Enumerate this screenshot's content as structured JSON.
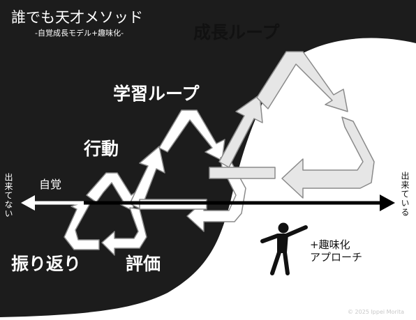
{
  "title": "誰でも天才メソッド",
  "subtitle": "-自覚成長モデル+趣味化-",
  "labels": {
    "growth_loop": "成長ループ",
    "learning_loop": "学習ループ",
    "action": "行動",
    "awareness": "自覚",
    "reflection": "振り返り",
    "evaluation": "評価",
    "cannot_do": "出来てない",
    "can_do": "出来ている",
    "hobby_line1": "+趣味化",
    "hobby_line2": "アプローチ"
  },
  "copyright": "© 2025 Ippei Morita",
  "colors": {
    "dark": "#1c1c1c",
    "light": "#ffffff",
    "arrow_fill": "#ffffff",
    "arrow_fill_shaded": "#e6e6e6",
    "arrow_stroke": "#8a8a8a",
    "axis": "#000000"
  },
  "icons": {
    "figure": "cheering-person-icon"
  }
}
